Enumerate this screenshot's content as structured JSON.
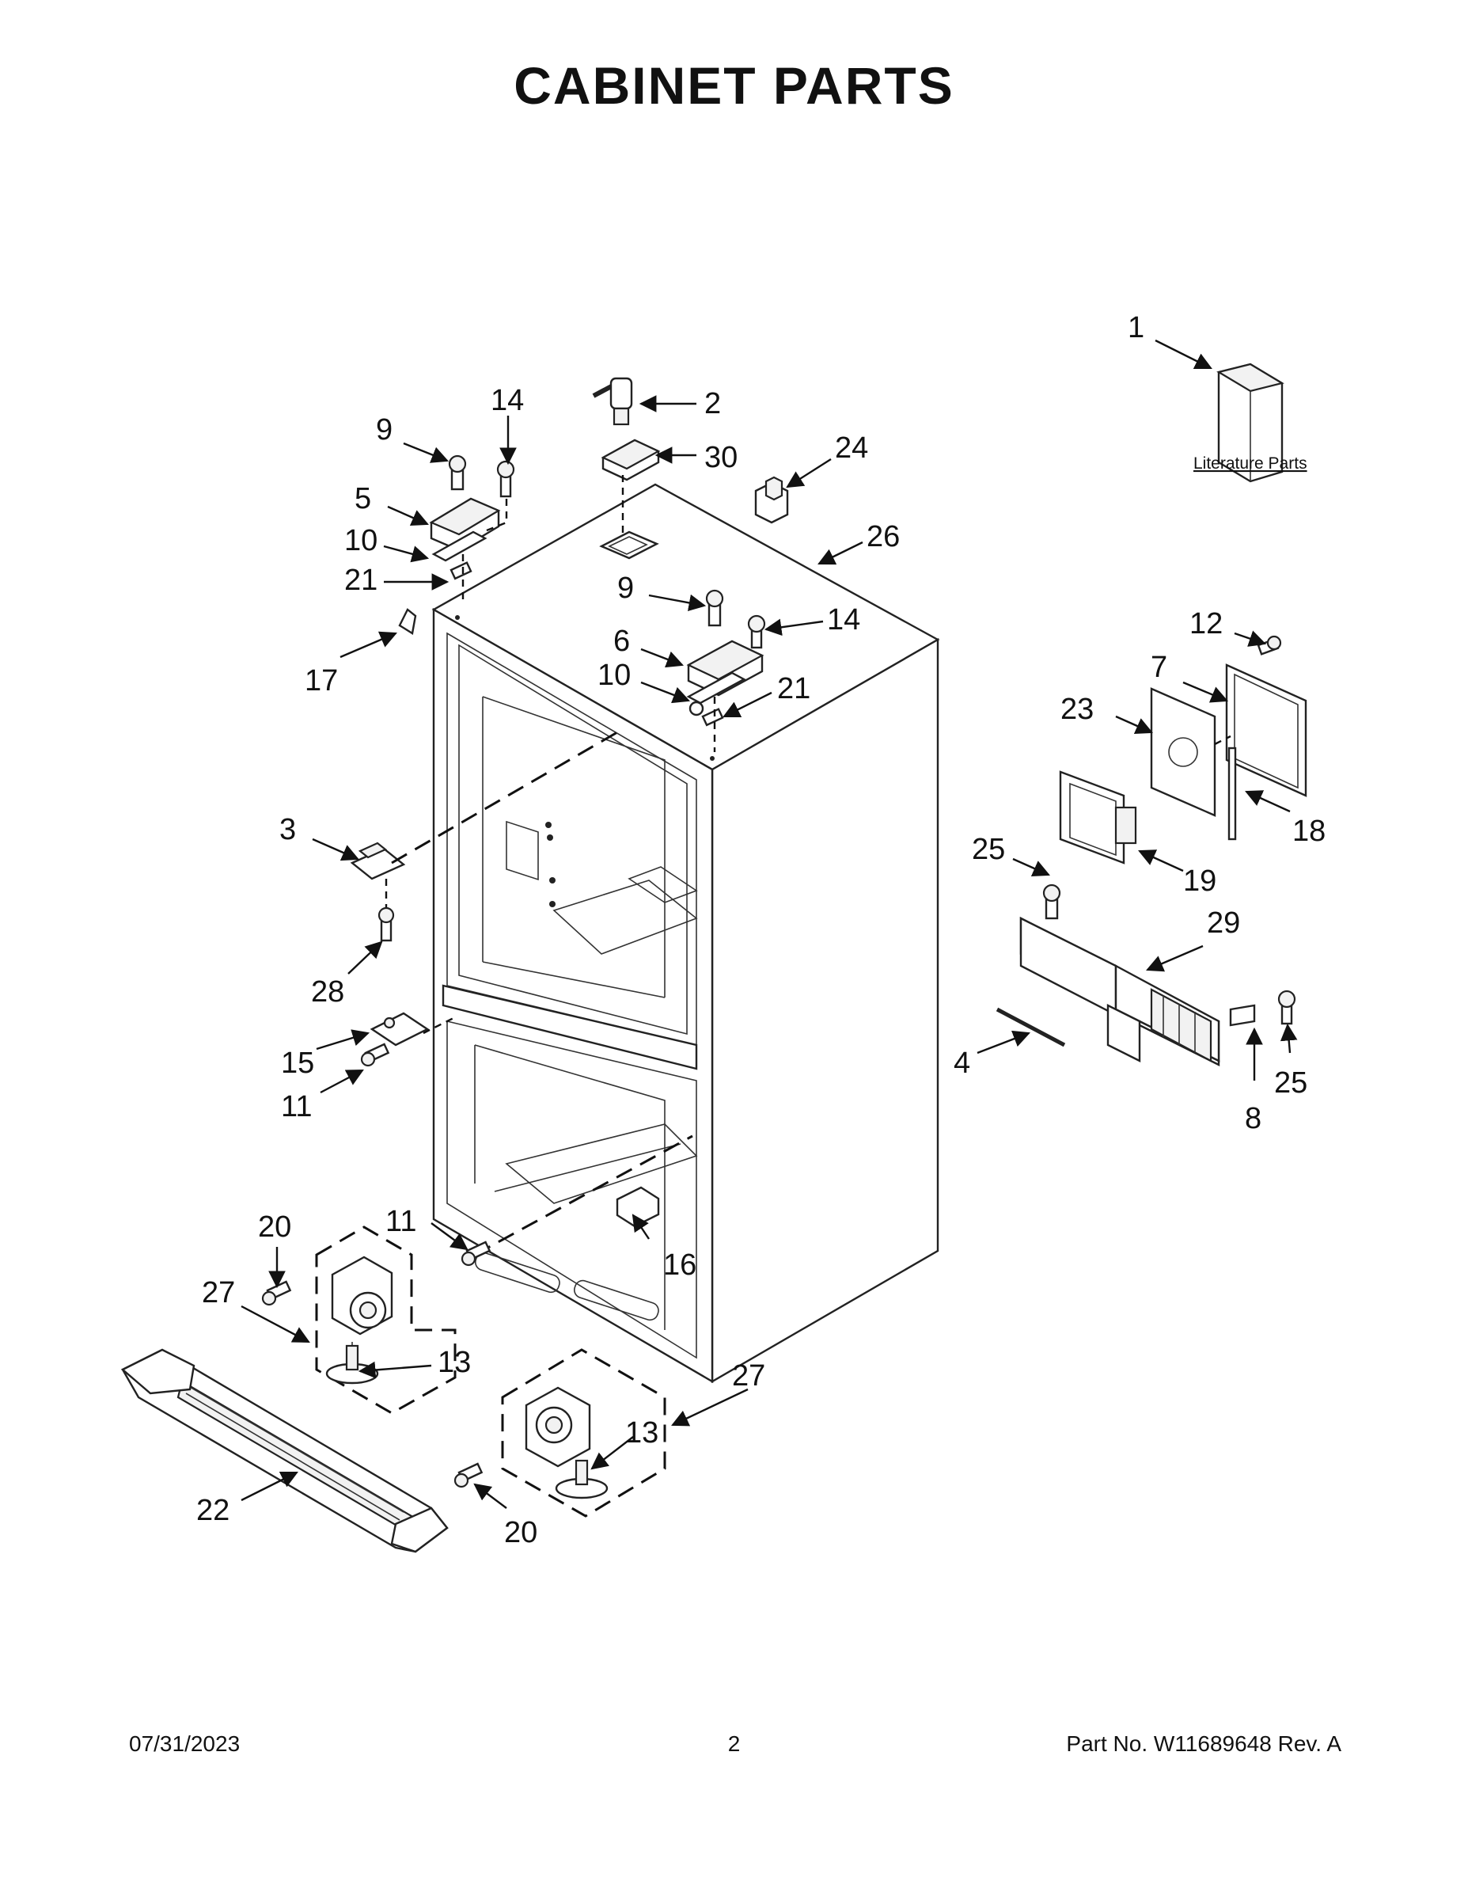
{
  "title": "CABINET PARTS",
  "literature_label": "Literature Parts",
  "callouts": [
    "1",
    "2",
    "3",
    "4",
    "5",
    "6",
    "7",
    "8",
    "9",
    "9",
    "10",
    "10",
    "11",
    "11",
    "12",
    "13",
    "13",
    "14",
    "14",
    "15",
    "16",
    "17",
    "18",
    "19",
    "20",
    "20",
    "21",
    "21",
    "22",
    "23",
    "24",
    "25",
    "25",
    "26",
    "27",
    "27",
    "28",
    "29",
    "30"
  ],
  "footer": {
    "date": "07/31/2023",
    "page": "2",
    "part_no": "Part No.  W11689648  Rev.  A"
  },
  "colors": {
    "ink": "#111111",
    "background": "#ffffff"
  }
}
